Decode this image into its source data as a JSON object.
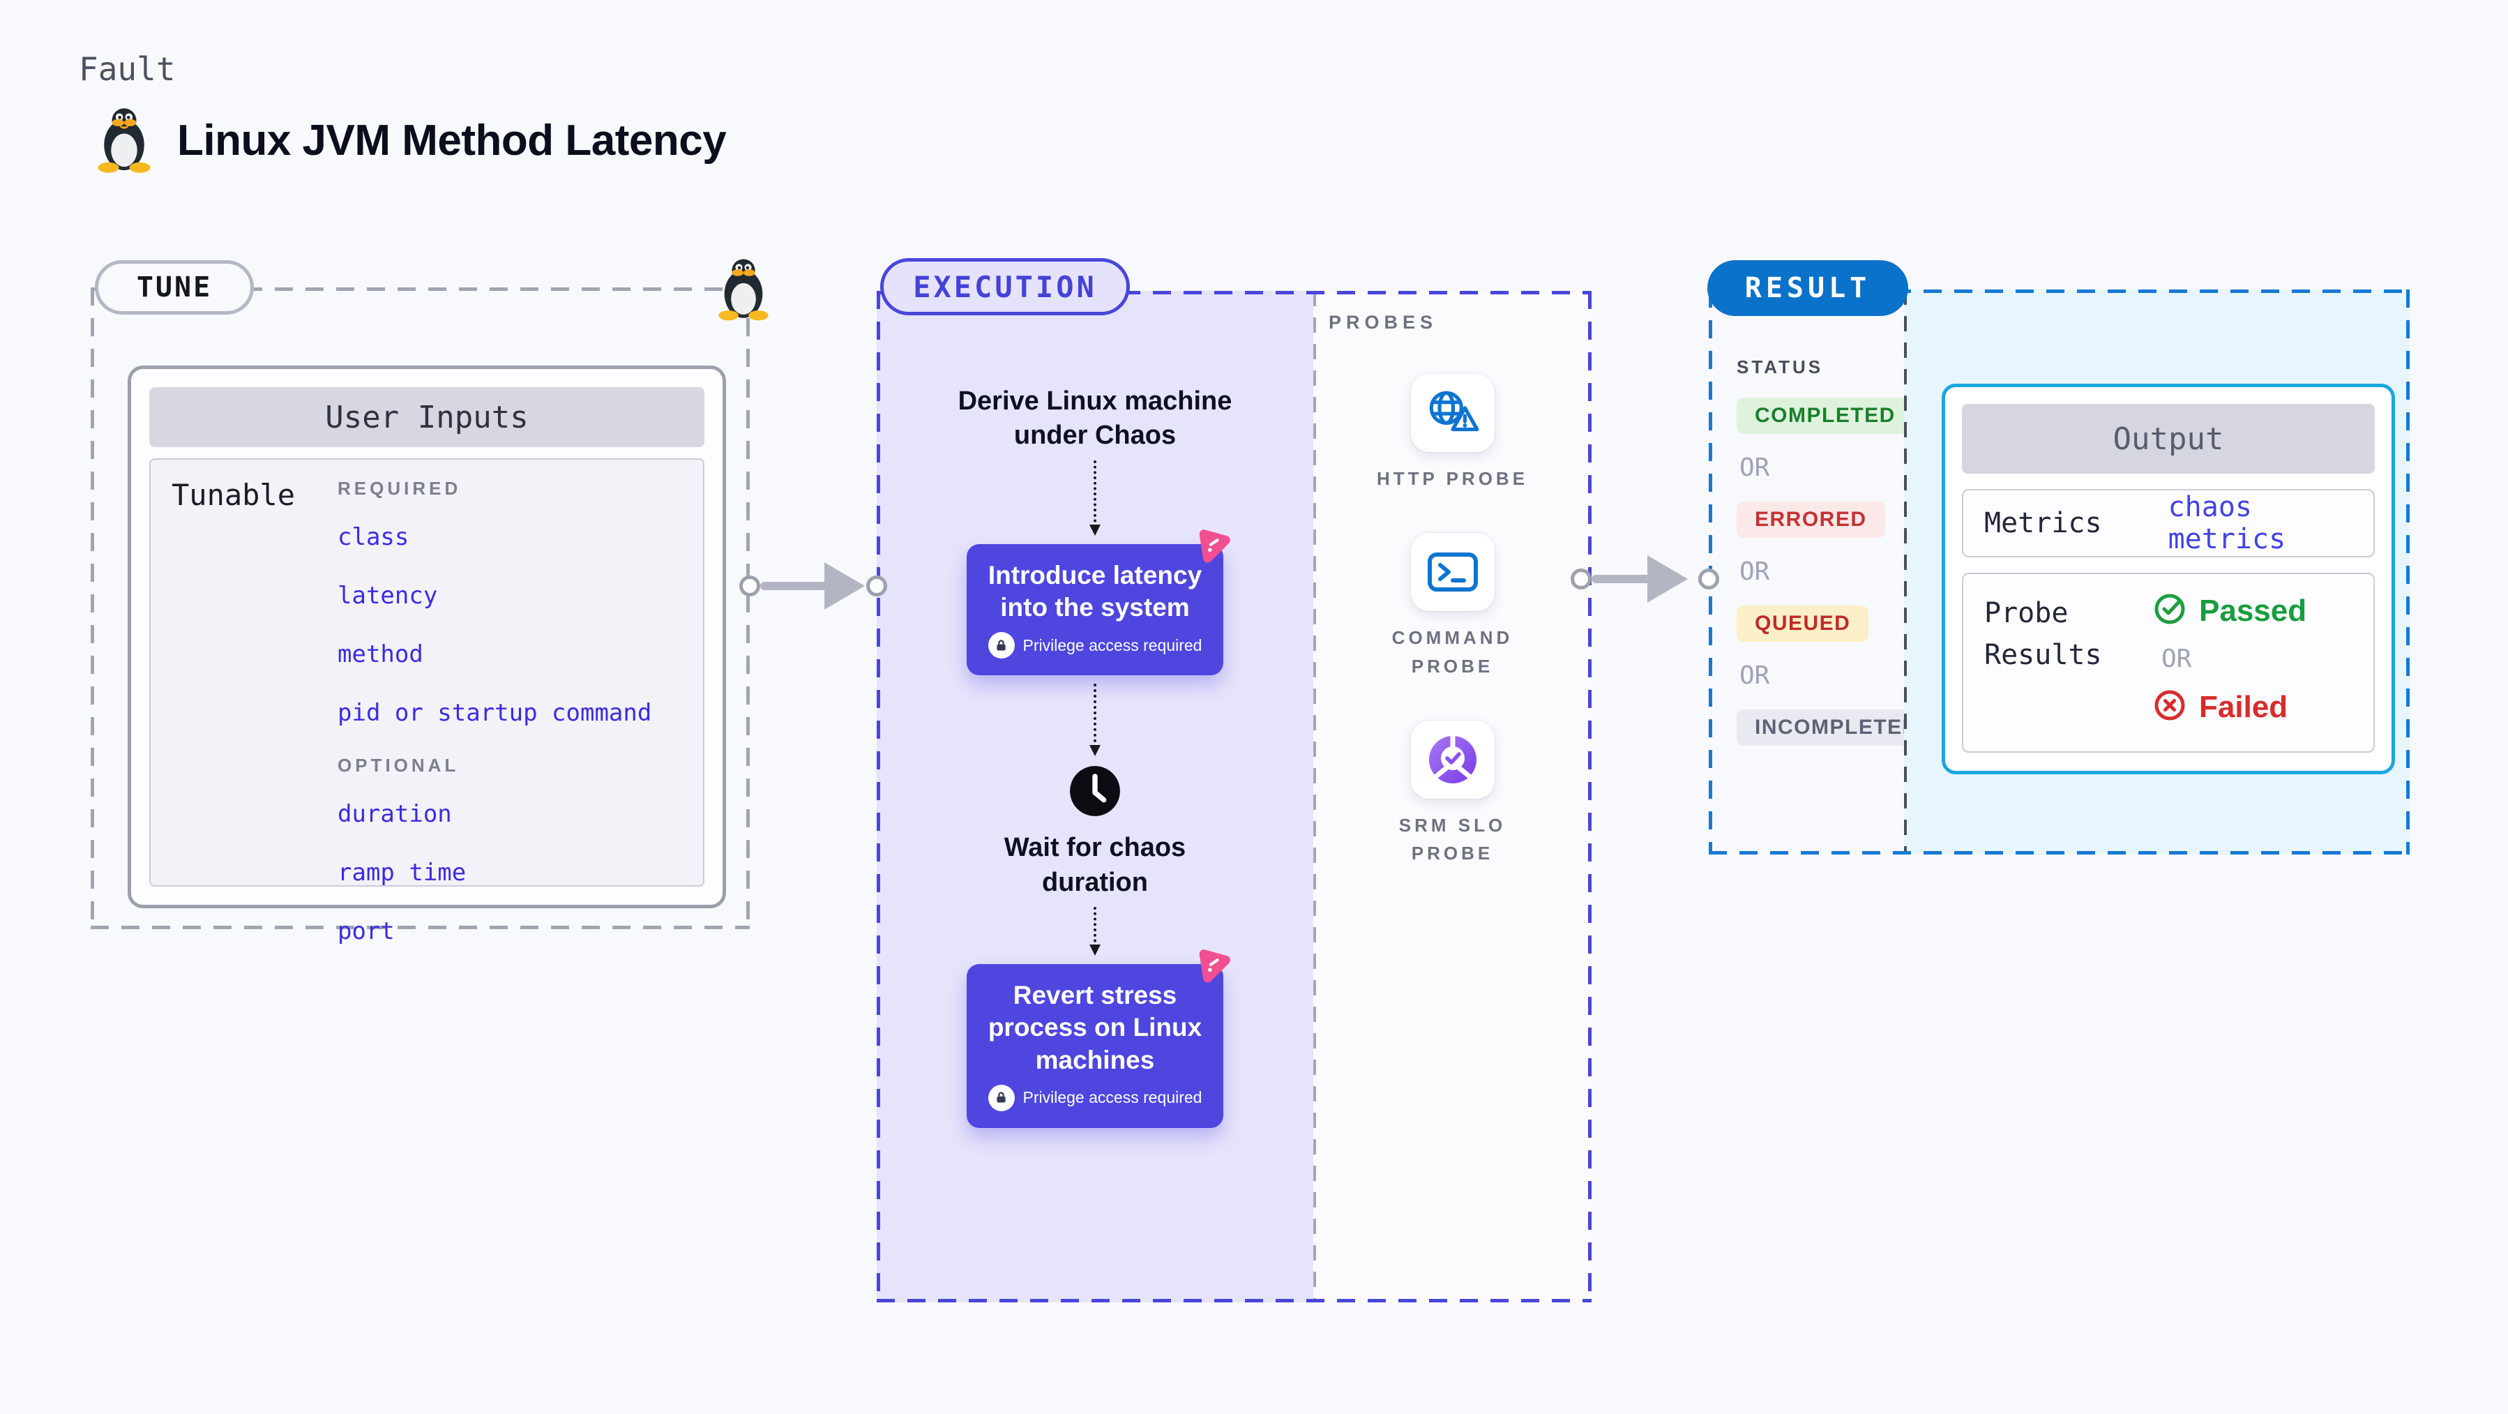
{
  "page": {
    "kicker": "Fault",
    "title": "Linux JVM Method Latency"
  },
  "tune": {
    "badge": "TUNE",
    "card": {
      "header": "User Inputs",
      "row_label": "Tunable",
      "required_label": "REQUIRED",
      "required_items": [
        "class",
        "latency",
        "method",
        "pid or startup command"
      ],
      "optional_label": "OPTIONAL",
      "optional_items": [
        "duration",
        "ramp time",
        "port"
      ]
    }
  },
  "execution": {
    "badge": "EXECUTION",
    "derive_lines": [
      "Derive Linux machine",
      "under Chaos"
    ],
    "introduce_lines": [
      "Introduce latency",
      "into the system"
    ],
    "privilege_note": "Privilege access required",
    "wait_lines": [
      "Wait for chaos",
      "duration"
    ],
    "revert_lines": [
      "Revert stress",
      "process on Linux",
      "machines"
    ]
  },
  "probes": {
    "label": "PROBES",
    "items": [
      {
        "name": "HTTP PROBE",
        "icon": "globe-alert-icon"
      },
      {
        "name": "COMMAND PROBE",
        "icon": "terminal-icon"
      },
      {
        "name": "SRM SLO PROBE",
        "icon": "slo-donut-icon"
      }
    ]
  },
  "result": {
    "badge": "RESULT",
    "status": {
      "label": "STATUS",
      "separator": "OR",
      "badges": [
        {
          "text": "COMPLETED",
          "variant": "green"
        },
        {
          "text": "ERRORED",
          "variant": "red"
        },
        {
          "text": "QUEUED",
          "variant": "yellow"
        },
        {
          "text": "INCOMPLETED",
          "variant": "gray"
        }
      ]
    },
    "output": {
      "header": "Output",
      "metrics_label": "Metrics",
      "metrics_value": "chaos metrics",
      "probe_results_label": "Probe Results",
      "passed": "Passed",
      "or": "OR",
      "failed": "Failed"
    }
  },
  "colors": {
    "page_bg": "#F8F9FC",
    "tune_dash": "#A0A5B1",
    "execution_accent": "#4946D9",
    "execution_bg": "#E6E4FB",
    "button_bg": "#4E46DF",
    "chaos_pink": "#F24E92",
    "probe_icon_blue": "#0E74D1",
    "result_accent": "#1879D2",
    "result_pill_bg": "#0B72C9",
    "result_panel_bg": "#E7F6FD",
    "output_border": "#1BA6E0",
    "link_blue": "#3B2BE1",
    "passed_green": "#199C3E",
    "failed_red": "#D92B2B",
    "completed_badge": "#DFF3DC",
    "errored_badge": "#FBE8E8",
    "queued_badge": "#FBF0C8",
    "incompleted_badge": "#E9EAF1"
  }
}
